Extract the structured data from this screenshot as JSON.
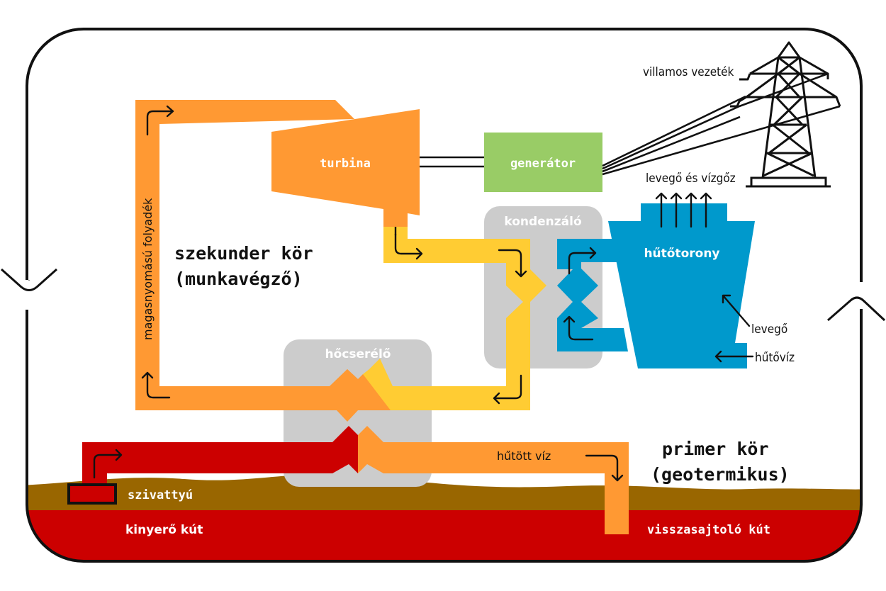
{
  "colors": {
    "orange": "#FF9933",
    "yellow": "#FFCC33",
    "red": "#CC0000",
    "blue": "#0099CC",
    "green": "#99CC66",
    "grey": "#CCCCCC",
    "soil": "#996600",
    "outline": "#111111"
  },
  "components": {
    "turbine": "turbina",
    "generator": "generátor",
    "condenser": "kondenzáló",
    "cooling_tower": "hűtőtorony",
    "heat_exchanger": "hőcserélő",
    "pump": "szivattyú",
    "power_line": "villamos vezeték"
  },
  "circuits": {
    "secondary_line1": "szekunder kör",
    "secondary_line2": "(munkavégző)",
    "primary_line1": "primer kör",
    "primary_line2": "(geotermikus)"
  },
  "flows": {
    "high_pressure_fluid": "magasnyomású folyadék",
    "cooled_water": "hűtött víz",
    "air_and_steam": "levegő és vízgőz",
    "air": "levegő",
    "cooling_water": "hűtővíz"
  },
  "wells": {
    "production_well": "kinyerő kút",
    "injection_well": "visszasajtoló kút"
  }
}
